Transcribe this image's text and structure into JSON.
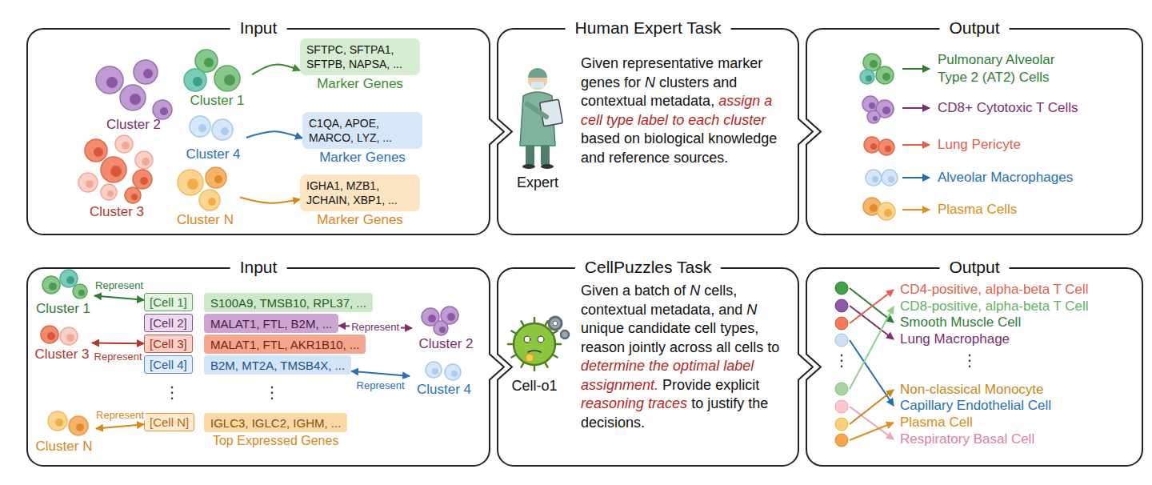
{
  "diagram": {
    "nodes": [
      {
        "text": [
          "Input"
        ]
      },
      {
        "text": [
          "Cluster 1"
        ],
        "in": 0
      },
      {
        "text": [
          "SFTPC, SFTPA1, SFTPB, NAPSA, ...",
          "Marker Genes"
        ],
        "in": 0
      },
      {
        "text": [
          "Cluster 2"
        ],
        "in": 0
      },
      {
        "text": [
          "Cluster 4"
        ],
        "in": 0
      },
      {
        "text": [
          "C1QA, APOE, MARCO, LYZ, ...",
          "Marker Genes"
        ],
        "in": 0
      },
      {
        "text": [
          "Cluster 3"
        ],
        "in": 0
      },
      {
        "text": [
          "Cluster N"
        ],
        "in": 0
      },
      {
        "text": [
          "IGHA1, MZB1, JCHAIN, XBP1, ...",
          "Marker Genes"
        ],
        "in": 0
      },
      {
        "text": [
          "Human Expert Task",
          "Given representative marker genes for N clusters and contextual metadata, assign a cell type label to each cluster based on biological knowledge and reference sources."
        ]
      },
      {
        "text": [
          "Output"
        ]
      },
      {
        "text": [
          "Input"
        ]
      },
      {
        "text": [
          "Cluster 1"
        ],
        "in": 11
      },
      {
        "text": [
          "[Cell 1]"
        ],
        "in": 11
      },
      {
        "text": [
          "S100A9, TMSB10, RPL37, ..."
        ],
        "in": 11
      },
      {
        "text": [
          "[Cell 2]"
        ],
        "in": 11
      },
      {
        "text": [
          "MALAT1, FTL, B2M, ..."
        ],
        "in": 11
      },
      {
        "text": [
          "Cluster 2"
        ],
        "in": 11
      },
      {
        "text": [
          "Cluster 3"
        ],
        "in": 11
      },
      {
        "text": [
          "[Cell 3]"
        ],
        "in": 11
      },
      {
        "text": [
          "MALAT1, FTL, AKR1B10, ..."
        ],
        "in": 11
      },
      {
        "text": [
          "[Cell 4]"
        ],
        "in": 11
      },
      {
        "text": [
          "B2M, MT2A, TMSB4X, ..."
        ],
        "in": 11
      },
      {
        "text": [
          "Cluster 4"
        ],
        "in": 11
      },
      {
        "text": [
          "Cluster N"
        ],
        "in": 11
      },
      {
        "text": [
          "[Cell N]"
        ],
        "in": 11
      },
      {
        "text": [
          "IGLC3, IGLC2, IGHM, ...",
          "Top Expressed Genes"
        ],
        "in": 11
      },
      {
        "text": [
          "CellPuzzles Task",
          "Given a batch of N cells, contextual metadata, and N unique candidate cell types, reason jointly across all cells to determine the optimal label assignment. Provide explicit reasoning traces to justify the decisions."
        ]
      },
      {
        "text": [
          "Output"
        ]
      }
    ],
    "edges": [
      {
        "from": 1,
        "to": 2,
        "arrow": "to"
      },
      {
        "from": 4,
        "to": 5,
        "arrow": "to"
      },
      {
        "from": 7,
        "to": 8,
        "arrow": "to"
      },
      {
        "from": 12,
        "to": 13,
        "label": "Represent",
        "arrow": "both"
      },
      {
        "from": 17,
        "to": 16,
        "label": "Represent",
        "arrow": "both"
      },
      {
        "from": 18,
        "to": 19,
        "label": "Represent",
        "arrow": "both"
      },
      {
        "from": 23,
        "to": 22,
        "label": "Represent",
        "arrow": "both"
      },
      {
        "from": 24,
        "to": 25,
        "label": "Represent",
        "arrow": "both"
      }
    ],
    "labels": [
      "Expert",
      "Pulmonary Alveolar Type 2 (AT2) Cells",
      "CD8+ Cytotoxic T Cells",
      "Lung Pericyte",
      "Alveolar Macrophages",
      "Plasma Cells",
      "⋮",
      "⋮",
      "Cell-o1",
      "CD4-positive, alpha-beta T Cell",
      "CD8-positive, alpha-beta T Cell",
      "Smooth Muscle Cell",
      "Lung Macrophage",
      "⋮",
      "⋮",
      "Non-classical Monocyte",
      "Capillary Endothelial Cell",
      "Plasma Cell",
      "Respiratory Basal Cell"
    ]
  }
}
